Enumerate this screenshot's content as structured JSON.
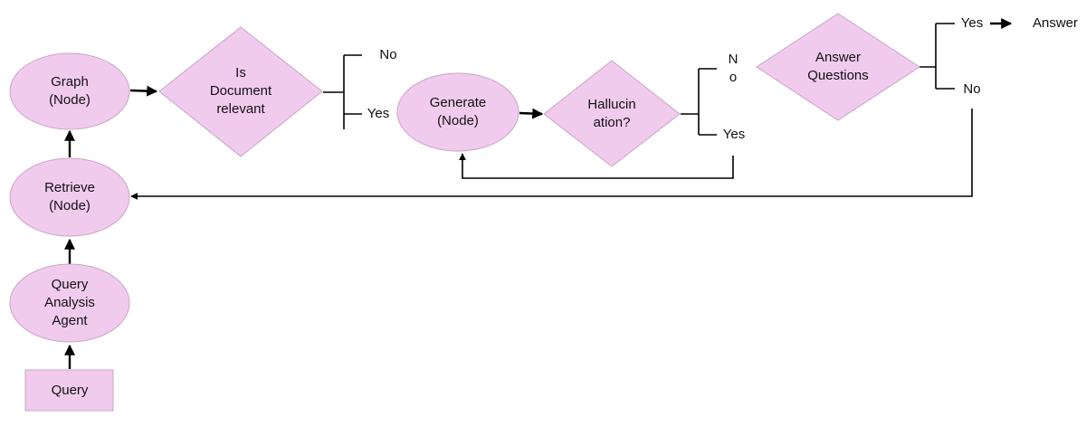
{
  "colors": {
    "node_fill": "#f1cbee",
    "node_stroke": "#c9a4c6",
    "line": "#000000",
    "text": "#111111"
  },
  "nodes": {
    "query": "Query",
    "query_analysis": [
      "Query",
      "Analysis",
      "Agent"
    ],
    "retrieve": [
      "Retrieve",
      "(Node)"
    ],
    "graph": [
      "Graph",
      "(Node)"
    ],
    "doc_relevant": [
      "Is",
      "Document",
      "relevant"
    ],
    "generate": [
      "Generate",
      "(Node)"
    ],
    "hallucination": [
      "Hallucin",
      "ation?"
    ],
    "answer_questions": [
      "Answer",
      "Questions"
    ]
  },
  "labels": {
    "doc_no": "No",
    "doc_yes": "Yes",
    "hall_no": [
      "N",
      "o"
    ],
    "hall_yes": "Yes",
    "ans_yes": "Yes",
    "ans_no": "No",
    "answer": "Answer"
  }
}
